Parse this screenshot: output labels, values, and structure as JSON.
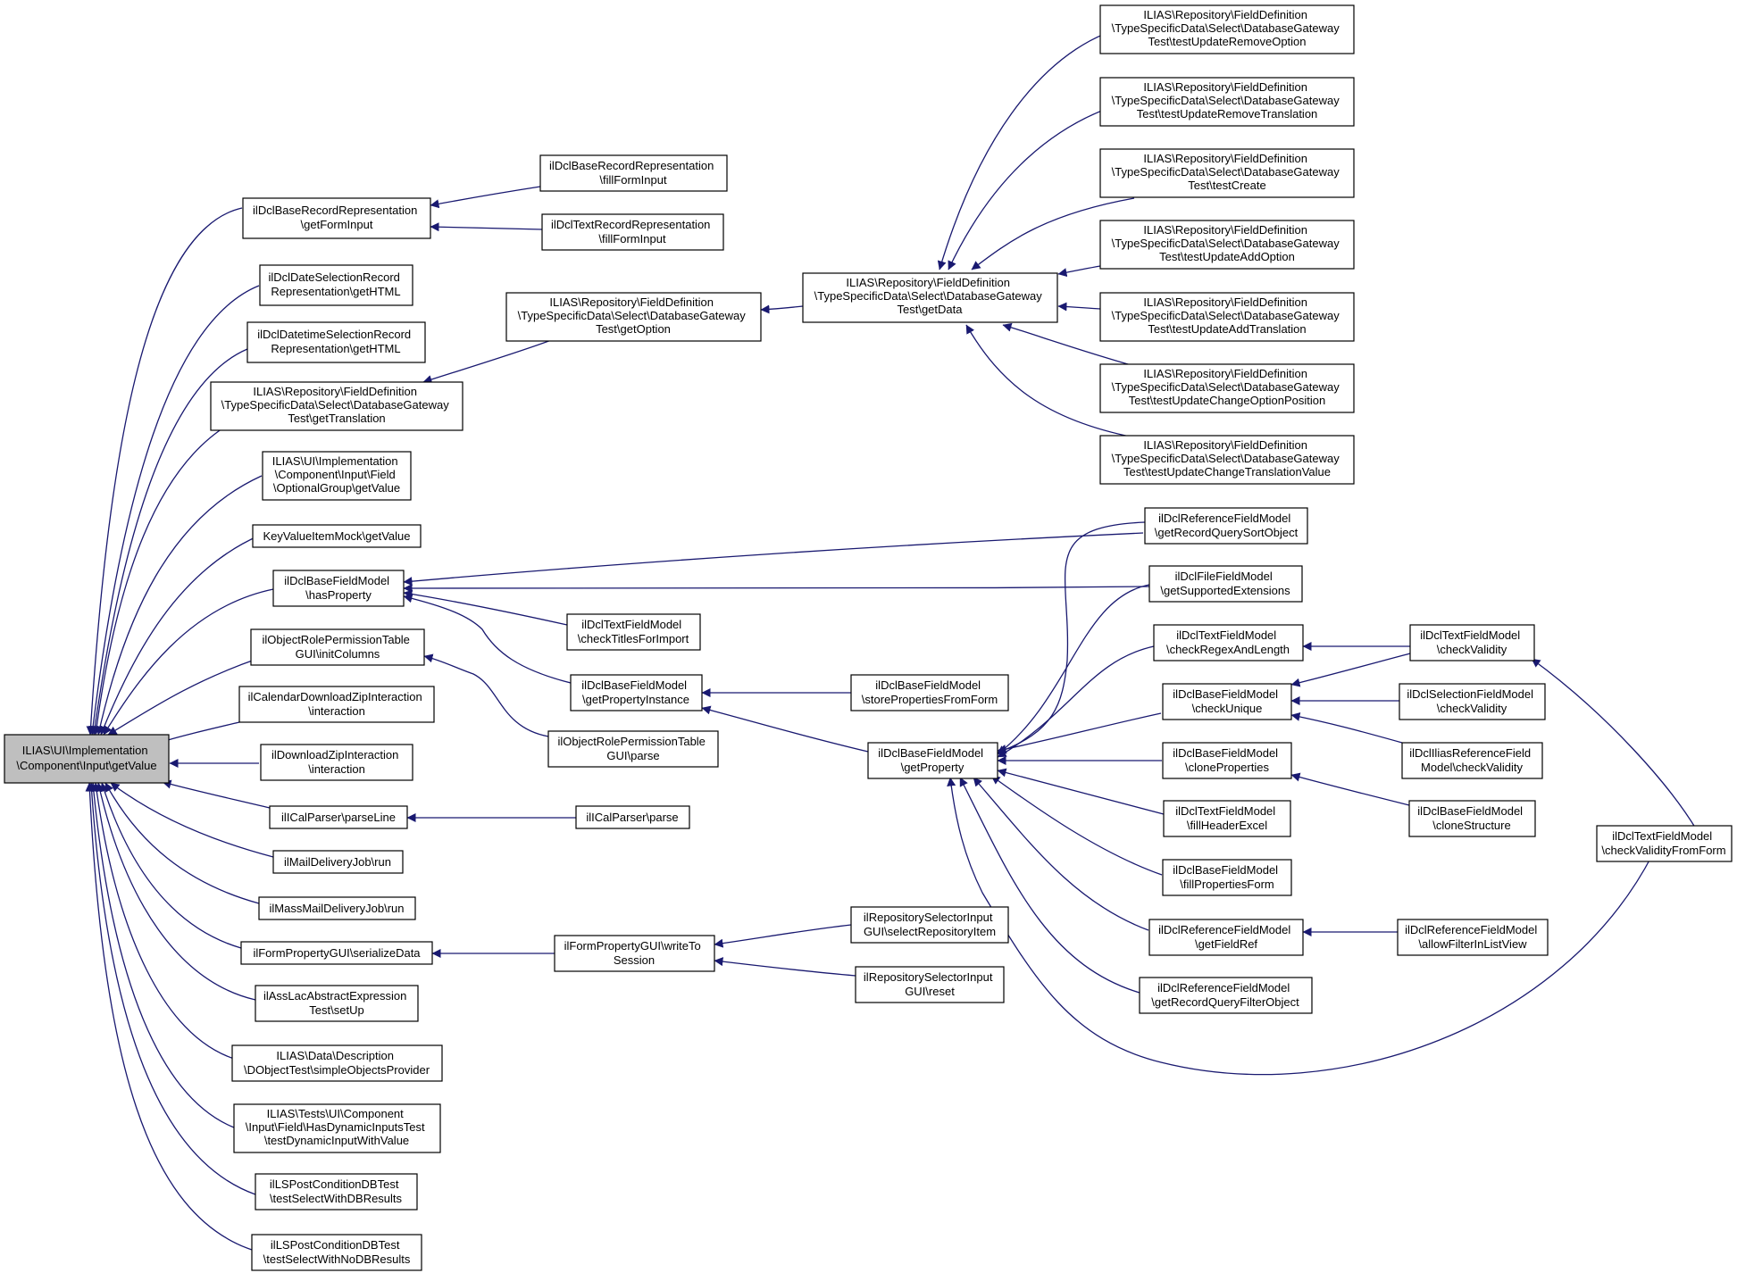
{
  "nodes": [
    {
      "id": "root",
      "lines": [
        "ILIAS\\UI\\Implementation",
        "\\Component\\Input\\getValue"
      ],
      "root": true
    },
    {
      "id": "fgi",
      "lines": [
        "ilDclBaseRecordRepresentation",
        "\\getFormInput"
      ]
    },
    {
      "id": "dsr",
      "lines": [
        "ilDclDateSelectionRecord",
        "Representation\\getHTML"
      ]
    },
    {
      "id": "dtsr",
      "lines": [
        "ilDclDatetimeSelectionRecord",
        "Representation\\getHTML"
      ]
    },
    {
      "id": "gettrans",
      "lines": [
        "ILIAS\\Repository\\FieldDefinition",
        "\\TypeSpecificData\\Select\\DatabaseGateway",
        "Test\\getTranslation"
      ]
    },
    {
      "id": "optgrp",
      "lines": [
        "ILIAS\\UI\\Implementation",
        "\\Component\\Input\\Field",
        "\\OptionalGroup\\getValue"
      ]
    },
    {
      "id": "kvmock",
      "lines": [
        "KeyValueItemMock\\getValue"
      ]
    },
    {
      "id": "hasprop",
      "lines": [
        "ilDclBaseFieldModel",
        "\\hasProperty"
      ]
    },
    {
      "id": "orptinit",
      "lines": [
        "ilObjectRolePermissionTable",
        "GUI\\initColumns"
      ]
    },
    {
      "id": "caldl",
      "lines": [
        "ilCalendarDownloadZipInteraction",
        "\\interaction"
      ]
    },
    {
      "id": "dlzip",
      "lines": [
        "ilDownloadZipInteraction",
        "\\interaction"
      ]
    },
    {
      "id": "parseline",
      "lines": [
        "ilICalParser\\parseLine"
      ]
    },
    {
      "id": "mailjob",
      "lines": [
        "ilMailDeliveryJob\\run"
      ]
    },
    {
      "id": "massmail",
      "lines": [
        "ilMassMailDeliveryJob\\run"
      ]
    },
    {
      "id": "serial",
      "lines": [
        "ilFormPropertyGUI\\serializeData"
      ]
    },
    {
      "id": "asslac",
      "lines": [
        "ilAssLacAbstractExpression",
        "Test\\setUp"
      ]
    },
    {
      "id": "dobj",
      "lines": [
        "ILIAS\\Data\\Description",
        "\\DObjectTest\\simpleObjectsProvider"
      ]
    },
    {
      "id": "hasdyn",
      "lines": [
        "ILIAS\\Tests\\UI\\Component",
        "\\Input\\Field\\HasDynamicInputsTest",
        "\\testDynamicInputWithValue"
      ]
    },
    {
      "id": "lspost1",
      "lines": [
        "ilLSPostConditionDBTest",
        "\\testSelectWithDBResults"
      ]
    },
    {
      "id": "lspost2",
      "lines": [
        "ilLSPostConditionDBTest",
        "\\testSelectWithNoDBResults"
      ]
    },
    {
      "id": "fillbase",
      "lines": [
        "ilDclBaseRecordRepresentation",
        "\\fillFormInput"
      ]
    },
    {
      "id": "filltext",
      "lines": [
        "ilDclTextRecordRepresentation",
        "\\fillFormInput"
      ]
    },
    {
      "id": "getopt",
      "lines": [
        "ILIAS\\Repository\\FieldDefinition",
        "\\TypeSpecificData\\Select\\DatabaseGateway",
        "Test\\getOption"
      ]
    },
    {
      "id": "checktitles",
      "lines": [
        "ilDclTextFieldModel",
        "\\checkTitlesForImport"
      ]
    },
    {
      "id": "getpropinst",
      "lines": [
        "ilDclBaseFieldModel",
        "\\getPropertyInstance"
      ]
    },
    {
      "id": "orptparse",
      "lines": [
        "ilObjectRolePermissionTable",
        "GUI\\parse"
      ]
    },
    {
      "id": "icalparse",
      "lines": [
        "ilICalParser\\parse"
      ]
    },
    {
      "id": "writeto",
      "lines": [
        "ilFormPropertyGUI\\writeTo",
        "Session"
      ]
    },
    {
      "id": "getdata",
      "lines": [
        "ILIAS\\Repository\\FieldDefinition",
        "\\TypeSpecificData\\Select\\DatabaseGateway",
        "Test\\getData"
      ]
    },
    {
      "id": "storeprops",
      "lines": [
        "ilDclBaseFieldModel",
        "\\storePropertiesFromForm"
      ]
    },
    {
      "id": "getprop",
      "lines": [
        "ilDclBaseFieldModel",
        "\\getProperty"
      ]
    },
    {
      "id": "reposel",
      "lines": [
        "ilRepositorySelectorInput",
        "GUI\\selectRepositoryItem"
      ]
    },
    {
      "id": "reporeset",
      "lines": [
        "ilRepositorySelectorInput",
        "GUI\\reset"
      ]
    },
    {
      "id": "t_remopt",
      "lines": [
        "ILIAS\\Repository\\FieldDefinition",
        "\\TypeSpecificData\\Select\\DatabaseGateway",
        "Test\\testUpdateRemoveOption"
      ]
    },
    {
      "id": "t_remtrans",
      "lines": [
        "ILIAS\\Repository\\FieldDefinition",
        "\\TypeSpecificData\\Select\\DatabaseGateway",
        "Test\\testUpdateRemoveTranslation"
      ]
    },
    {
      "id": "t_create",
      "lines": [
        "ILIAS\\Repository\\FieldDefinition",
        "\\TypeSpecificData\\Select\\DatabaseGateway",
        "Test\\testCreate"
      ]
    },
    {
      "id": "t_addopt",
      "lines": [
        "ILIAS\\Repository\\FieldDefinition",
        "\\TypeSpecificData\\Select\\DatabaseGateway",
        "Test\\testUpdateAddOption"
      ]
    },
    {
      "id": "t_addtrans",
      "lines": [
        "ILIAS\\Repository\\FieldDefinition",
        "\\TypeSpecificData\\Select\\DatabaseGateway",
        "Test\\testUpdateAddTranslation"
      ]
    },
    {
      "id": "t_chgpos",
      "lines": [
        "ILIAS\\Repository\\FieldDefinition",
        "\\TypeSpecificData\\Select\\DatabaseGateway",
        "Test\\testUpdateChangeOptionPosition"
      ]
    },
    {
      "id": "t_chgtrans",
      "lines": [
        "ILIAS\\Repository\\FieldDefinition",
        "\\TypeSpecificData\\Select\\DatabaseGateway",
        "Test\\testUpdateChangeTranslationValue"
      ]
    },
    {
      "id": "refsort",
      "lines": [
        "ilDclReferenceFieldModel",
        "\\getRecordQuerySortObject"
      ]
    },
    {
      "id": "filesupp",
      "lines": [
        "ilDclFileFieldModel",
        "\\getSupportedExtensions"
      ]
    },
    {
      "id": "regex",
      "lines": [
        "ilDclTextFieldModel",
        "\\checkRegexAndLength"
      ]
    },
    {
      "id": "uniq",
      "lines": [
        "ilDclBaseFieldModel",
        "\\checkUnique"
      ]
    },
    {
      "id": "cloneprops",
      "lines": [
        "ilDclBaseFieldModel",
        "\\cloneProperties"
      ]
    },
    {
      "id": "fillheader",
      "lines": [
        "ilDclTextFieldModel",
        "\\fillHeaderExcel"
      ]
    },
    {
      "id": "fillpropsform",
      "lines": [
        "ilDclBaseFieldModel",
        "\\fillPropertiesForm"
      ]
    },
    {
      "id": "getfieldref",
      "lines": [
        "ilDclReferenceFieldModel",
        "\\getFieldRef"
      ]
    },
    {
      "id": "reffilter",
      "lines": [
        "ilDclReferenceFieldModel",
        "\\getRecordQueryFilterObject"
      ]
    },
    {
      "id": "textcheck",
      "lines": [
        "ilDclTextFieldModel",
        "\\checkValidity"
      ]
    },
    {
      "id": "selcheck",
      "lines": [
        "ilDclSelectionFieldModel",
        "\\checkValidity"
      ]
    },
    {
      "id": "iliasref",
      "lines": [
        "ilDclIliasReferenceField",
        "Model\\checkValidity"
      ]
    },
    {
      "id": "clonestruct",
      "lines": [
        "ilDclBaseFieldModel",
        "\\cloneStructure"
      ]
    },
    {
      "id": "allowfilter",
      "lines": [
        "ilDclReferenceFieldModel",
        "\\allowFilterInListView"
      ]
    },
    {
      "id": "checkform",
      "lines": [
        "ilDclTextFieldModel",
        "\\checkValidityFromForm"
      ]
    }
  ]
}
